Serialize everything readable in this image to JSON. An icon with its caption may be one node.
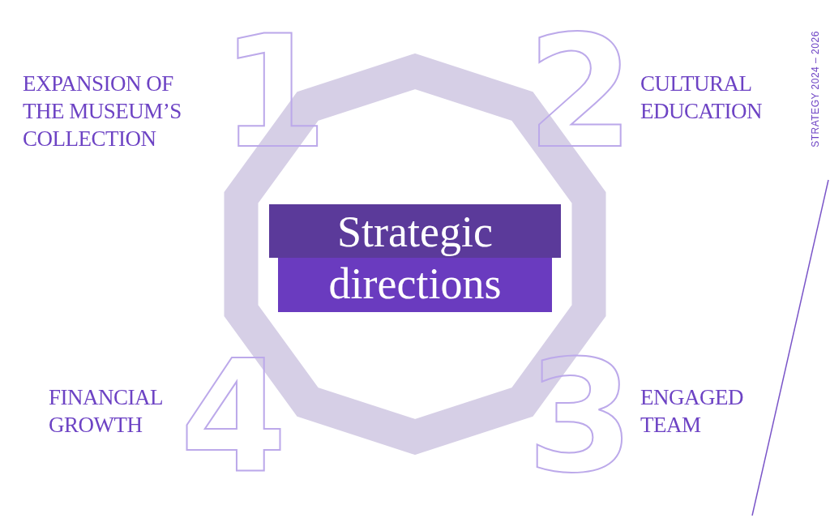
{
  "diagram": {
    "nodes": [
      {
        "text": [],
        "shape": "decagon"
      },
      {
        "text": [
          "Strategic directions"
        ],
        "in": 0
      },
      {
        "text": [
          "EXPANSION OF THE MUSEUM’S COLLECTION",
          "1"
        ]
      },
      {
        "text": [
          "2",
          "CULTURAL EDUCATION"
        ]
      },
      {
        "text": [
          "3",
          "ENGAGED TEAM"
        ]
      },
      {
        "text": [
          "FINANCIAL GROWTH",
          "4"
        ]
      }
    ],
    "edges": [],
    "labels": [
      "STRATEGY 2024 – 2026"
    ]
  }
}
